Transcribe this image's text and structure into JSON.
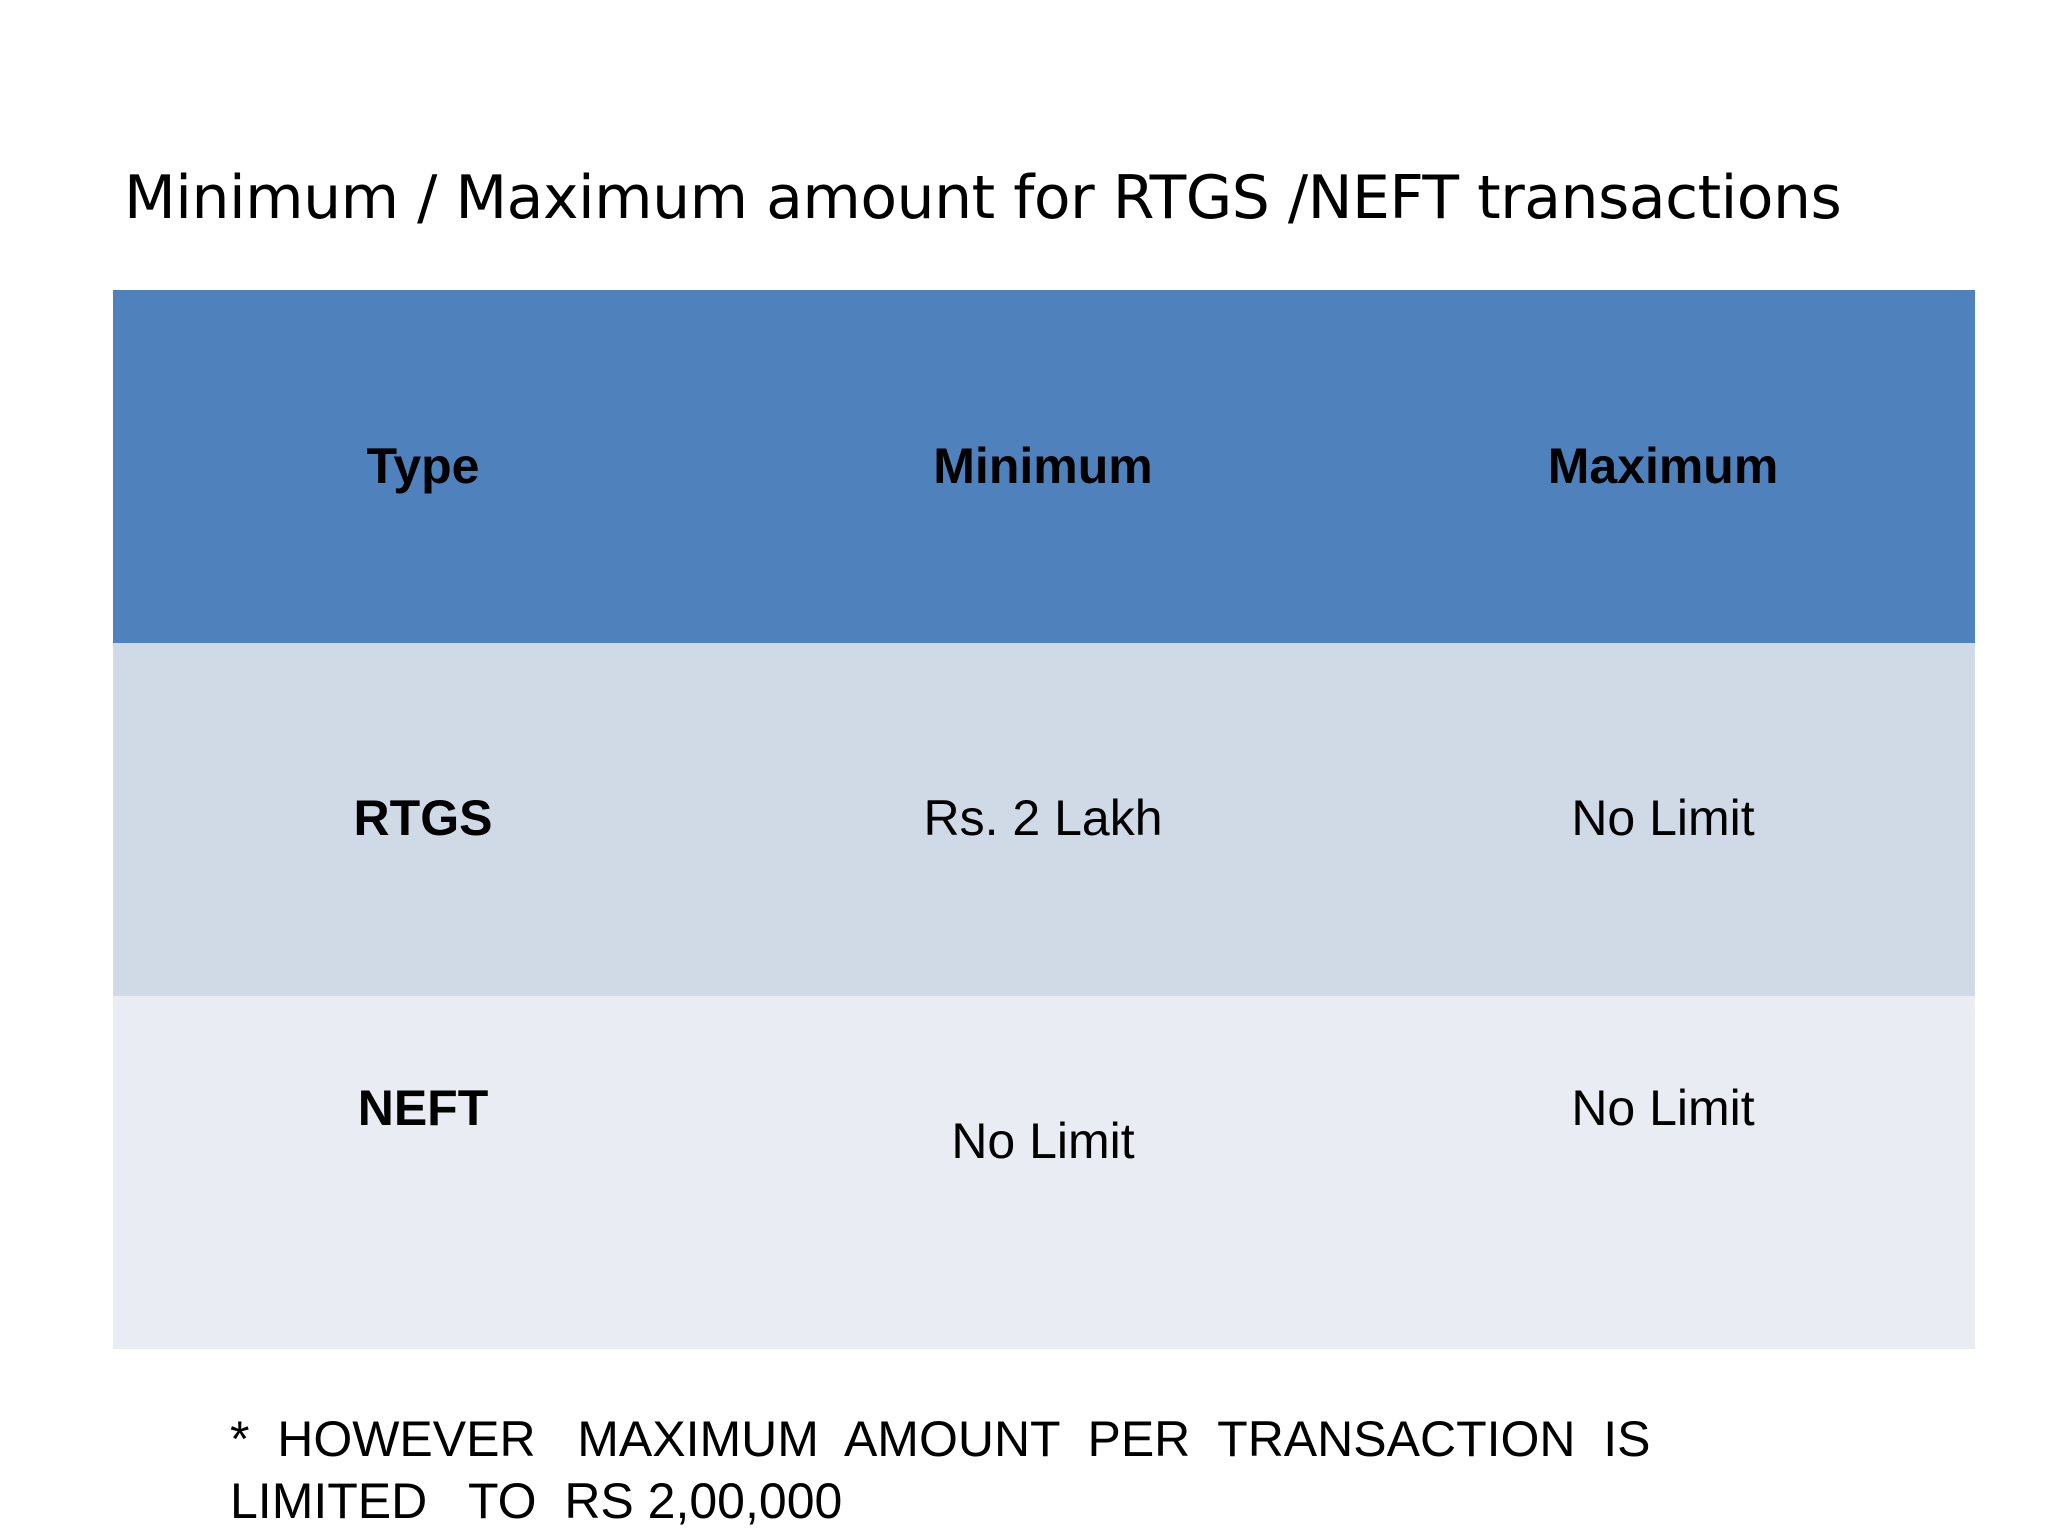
{
  "slide": {
    "title": "Minimum / Maximum amount for RTGS /NEFT transactions"
  },
  "table": {
    "columns": [
      "Type",
      "Minimum",
      "Maximum"
    ],
    "rows": [
      {
        "type": "RTGS",
        "minimum": "Rs. 2 Lakh",
        "maximum": "No Limit"
      },
      {
        "type": "NEFT",
        "minimum": "No Limit",
        "maximum": "No Limit"
      }
    ]
  },
  "footnote": {
    "line1": "*  HOWEVER   MAXIMUM  AMOUNT  PER  TRANSACTION  IS",
    "line2": "LIMITED   TO  RS 2,00,000"
  },
  "colors": {
    "header_bg": "#4f81bd",
    "row1_bg": "#d0d9e6",
    "row2_bg": "#e9ecf3"
  }
}
